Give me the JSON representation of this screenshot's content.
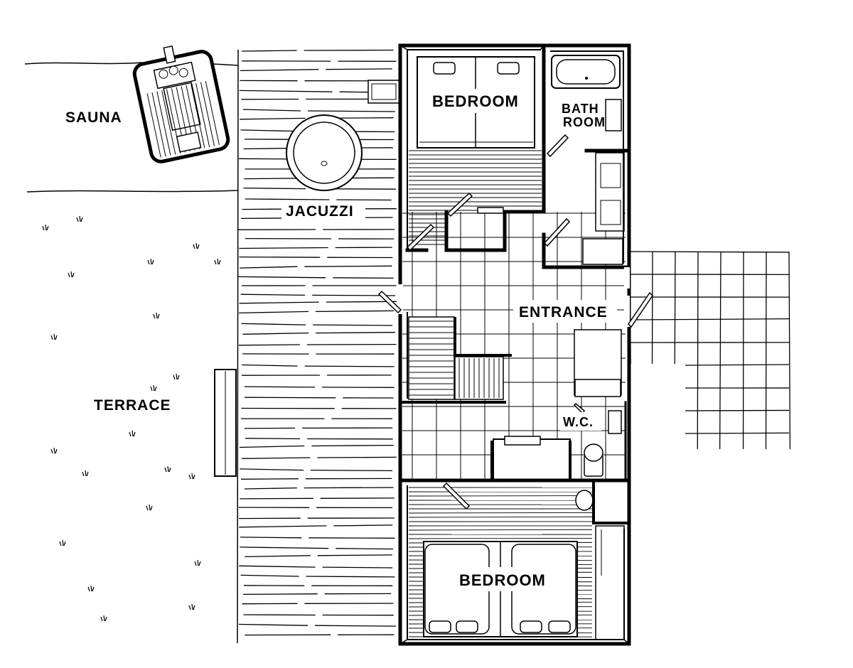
{
  "labels": {
    "sauna": "SAUNA",
    "jacuzzi": "JACUZZI",
    "terrace": "TERRACE",
    "bedroom_top": "BEDROOM",
    "bathroom_line1": "BATH",
    "bathroom_line2": "ROOM",
    "entrance": "ENTRANCE",
    "wc": "W.C.",
    "bedroom_bottom": "BEDROOM"
  },
  "colors": {
    "ink": "#000000",
    "paper": "#ffffff"
  }
}
